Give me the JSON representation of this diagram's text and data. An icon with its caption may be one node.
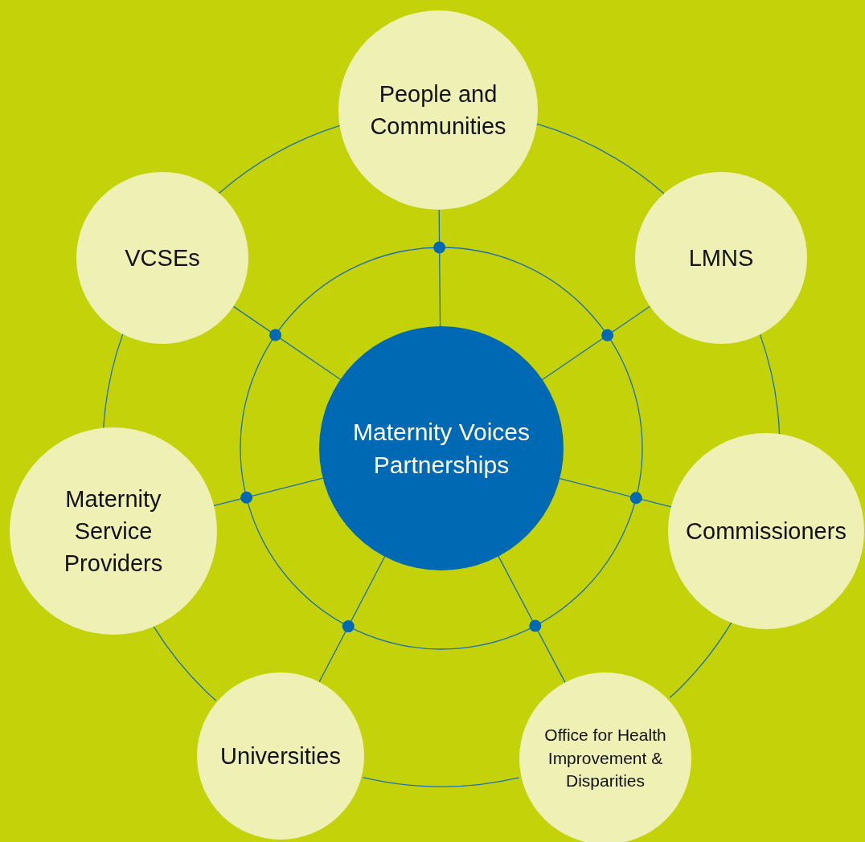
{
  "diagram": {
    "nodes": [
      {
        "text": [
          "People and Communities"
        ]
      },
      {
        "text": [
          "VCSEs"
        ]
      },
      {
        "text": [
          "LMNS"
        ]
      },
      {
        "text": [
          "Maternity Voices Partnerships"
        ]
      },
      {
        "text": [
          "Maternity Service Providers"
        ]
      },
      {
        "text": [
          "Commissioners"
        ]
      },
      {
        "text": [
          "Universities"
        ]
      },
      {
        "text": [
          "Office for Health Improvement & Disparities"
        ]
      }
    ],
    "edges": [
      {
        "from": 3,
        "to": 0,
        "arrow": "none"
      },
      {
        "from": 3,
        "to": 2,
        "arrow": "none"
      },
      {
        "from": 3,
        "to": 5,
        "arrow": "none"
      },
      {
        "from": 3,
        "to": 7,
        "arrow": "none"
      },
      {
        "from": 3,
        "to": 6,
        "arrow": "none"
      },
      {
        "from": 3,
        "to": 4,
        "arrow": "none"
      },
      {
        "from": 3,
        "to": 1,
        "arrow": "none"
      },
      {
        "from": 0,
        "to": 2,
        "arrow": "none"
      },
      {
        "from": 2,
        "to": 5,
        "arrow": "none"
      },
      {
        "from": 5,
        "to": 7,
        "arrow": "none"
      },
      {
        "from": 7,
        "to": 6,
        "arrow": "none"
      },
      {
        "from": 6,
        "to": 4,
        "arrow": "none"
      },
      {
        "from": 4,
        "to": 1,
        "arrow": "none"
      },
      {
        "from": 1,
        "to": 0,
        "arrow": "none"
      }
    ]
  }
}
